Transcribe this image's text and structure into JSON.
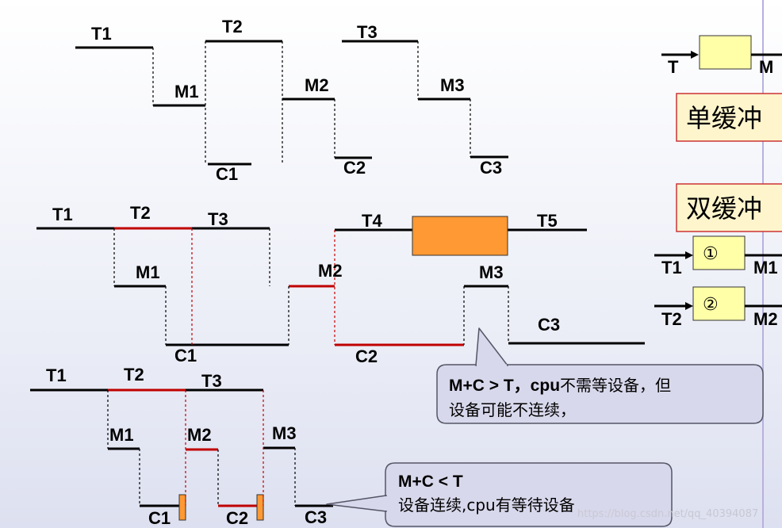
{
  "row1": {
    "labels": {
      "t1": "T1",
      "t2": "T2",
      "t3": "T3",
      "m1": "M1",
      "m2": "M2",
      "m3": "M3",
      "c1": "C1",
      "c2": "C2",
      "c3": "C3"
    }
  },
  "row2": {
    "labels": {
      "t1": "T1",
      "t2": "T2",
      "t3": "T3",
      "t4": "T4",
      "t5": "T5",
      "m1": "M1",
      "m2": "M2",
      "m3": "M3",
      "c1": "C1",
      "c2": "C2",
      "c3": "C3"
    }
  },
  "row3": {
    "labels": {
      "t1": "T1",
      "t2": "T2",
      "t3": "T3",
      "m1": "M1",
      "m2": "M2",
      "m3": "M3",
      "c1": "C1",
      "c2": "C2",
      "c3": "C3"
    }
  },
  "legend": {
    "single_t": "T",
    "single_m": "M",
    "single_title": "单缓冲",
    "double_title": "双缓冲",
    "buf1_symbol": "①",
    "buf2_symbol": "②",
    "d_t1": "T1",
    "d_m1": "M1",
    "d_t2": "T2",
    "d_m2": "M2"
  },
  "callout1": {
    "line1_bold": "M+C > T，cpu",
    "line1_rest": "不需等设备，但",
    "line2": "设备可能不连续，"
  },
  "callout2": {
    "line1": "M+C < T",
    "line2": "设备连续,cpu有等待设备"
  },
  "watermark": "https://blog.csdn.net/qq_40394087",
  "colors": {
    "line": "#000000",
    "red": "#c00000",
    "orange": "#ff9933",
    "buffer_fill": "#ffffa8",
    "title_fill": "#fff5cc",
    "title_border": "#cc3333",
    "callout_fill": "#d8d8ec",
    "callout_border": "#555566",
    "divider": "#b8b0e0"
  }
}
